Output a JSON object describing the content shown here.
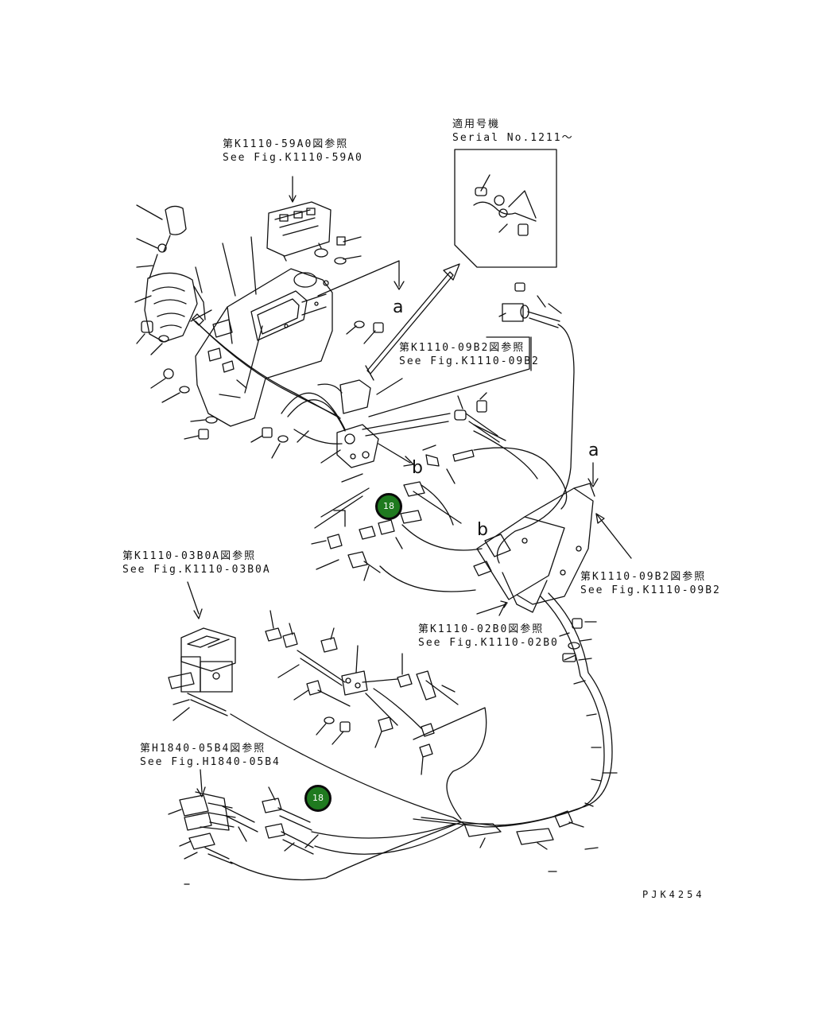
{
  "references": {
    "ref_59a0": {
      "jp": "第K1110-59A0図参照",
      "en": "See Fig.K1110-59A0"
    },
    "serial": {
      "jp": "適用号機",
      "en": "Serial No.1211〜"
    },
    "ref_09b2_a": {
      "jp": "第K1110-09B2図参照",
      "en": "See Fig.K1110-09B2"
    },
    "ref_03b0a": {
      "jp": "第K1110-03B0A図参照",
      "en": "See Fig.K1110-03B0A"
    },
    "ref_09b2_b": {
      "jp": "第K1110-09B2図参照",
      "en": "See Fig.K1110-09B2"
    },
    "ref_02b0": {
      "jp": "第K1110-02B0図参照",
      "en": "See Fig.K1110-02B0"
    },
    "ref_h1840": {
      "jp": "第H1840-05B4図参照",
      "en": "See Fig.H1840-05B4"
    }
  },
  "view_letters": {
    "a_top": "a",
    "a_right": "a",
    "b_mid": "b",
    "b_right": "b"
  },
  "markers": [
    {
      "label": "18"
    },
    {
      "label": "18"
    }
  ],
  "drawing_code": "PJK4254",
  "colors": {
    "marker_fill": "#1f7a1f",
    "line": "#111111",
    "background": "#ffffff"
  }
}
